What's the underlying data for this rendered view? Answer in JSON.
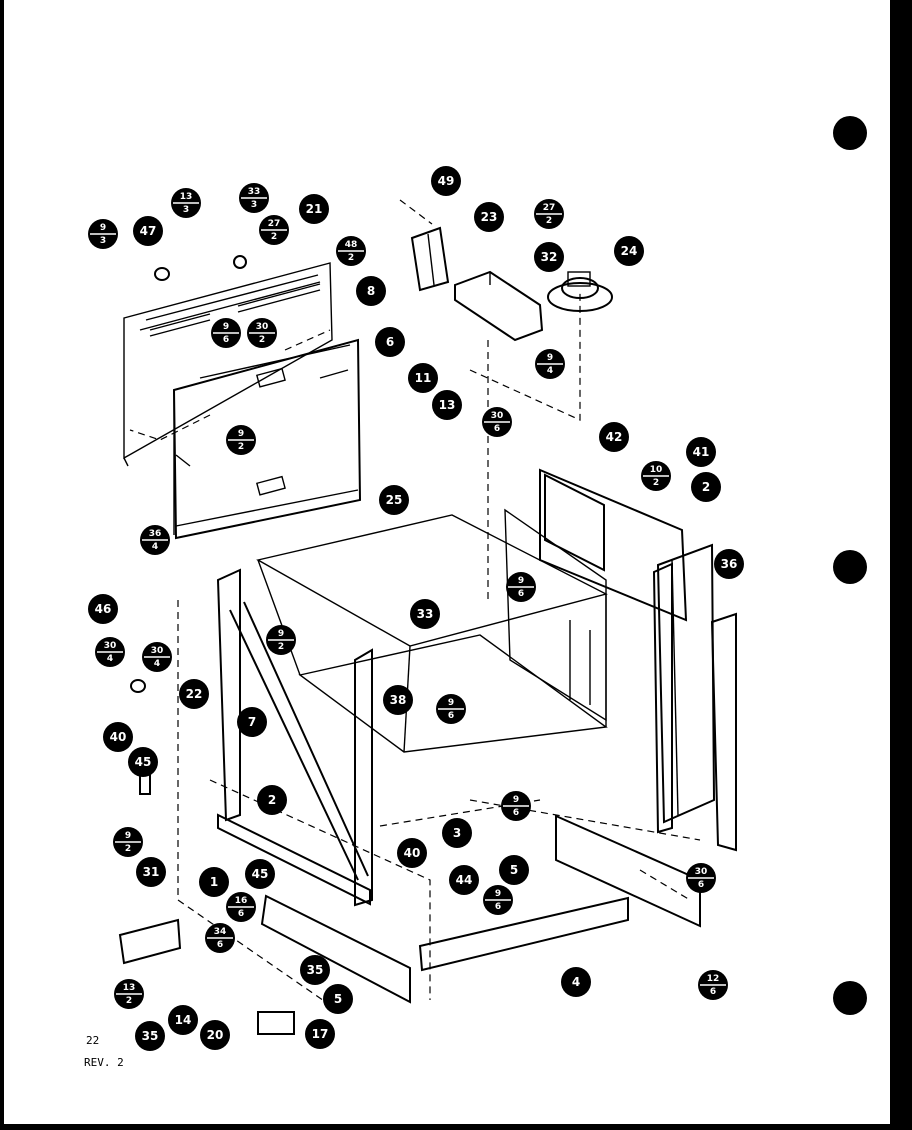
{
  "footer": {
    "page_number": "22",
    "revision": "REV. 2"
  },
  "callouts": [
    {
      "text": "49"
    },
    {
      "text": "23"
    },
    {
      "text": "27\n2"
    },
    {
      "text": "32"
    },
    {
      "text": "24"
    },
    {
      "text": "9\n3"
    },
    {
      "text": "47"
    },
    {
      "text": "13\n3"
    },
    {
      "text": "33\n3"
    },
    {
      "text": "21"
    },
    {
      "text": "27\n2"
    },
    {
      "text": "48\n2"
    },
    {
      "text": "8"
    },
    {
      "text": "9\n6"
    },
    {
      "text": "30\n2"
    },
    {
      "text": "6"
    },
    {
      "text": "11"
    },
    {
      "text": "13"
    },
    {
      "text": "9\n4"
    },
    {
      "text": "30\n6"
    },
    {
      "text": "9\n2"
    },
    {
      "text": "42"
    },
    {
      "text": "41"
    },
    {
      "text": "10\n2"
    },
    {
      "text": "2"
    },
    {
      "text": "25"
    },
    {
      "text": "36\n4"
    },
    {
      "text": "36"
    },
    {
      "text": "46"
    },
    {
      "text": "9\n6"
    },
    {
      "text": "33"
    },
    {
      "text": "30\n4"
    },
    {
      "text": "30\n4"
    },
    {
      "text": "9\n2"
    },
    {
      "text": "22"
    },
    {
      "text": "38"
    },
    {
      "text": "9\n6"
    },
    {
      "text": "7"
    },
    {
      "text": "40"
    },
    {
      "text": "45"
    },
    {
      "text": "2"
    },
    {
      "text": "9\n6"
    },
    {
      "text": "3"
    },
    {
      "text": "9\n2"
    },
    {
      "text": "40"
    },
    {
      "text": "44"
    },
    {
      "text": "5"
    },
    {
      "text": "30\n6"
    },
    {
      "text": "31"
    },
    {
      "text": "1"
    },
    {
      "text": "45"
    },
    {
      "text": "16\n6"
    },
    {
      "text": "9\n6"
    },
    {
      "text": "34\n6"
    },
    {
      "text": "35"
    },
    {
      "text": "4"
    },
    {
      "text": "12\n6"
    },
    {
      "text": "13\n2"
    },
    {
      "text": "14"
    },
    {
      "text": "5"
    },
    {
      "text": "35"
    },
    {
      "text": "20"
    },
    {
      "text": "17"
    }
  ]
}
